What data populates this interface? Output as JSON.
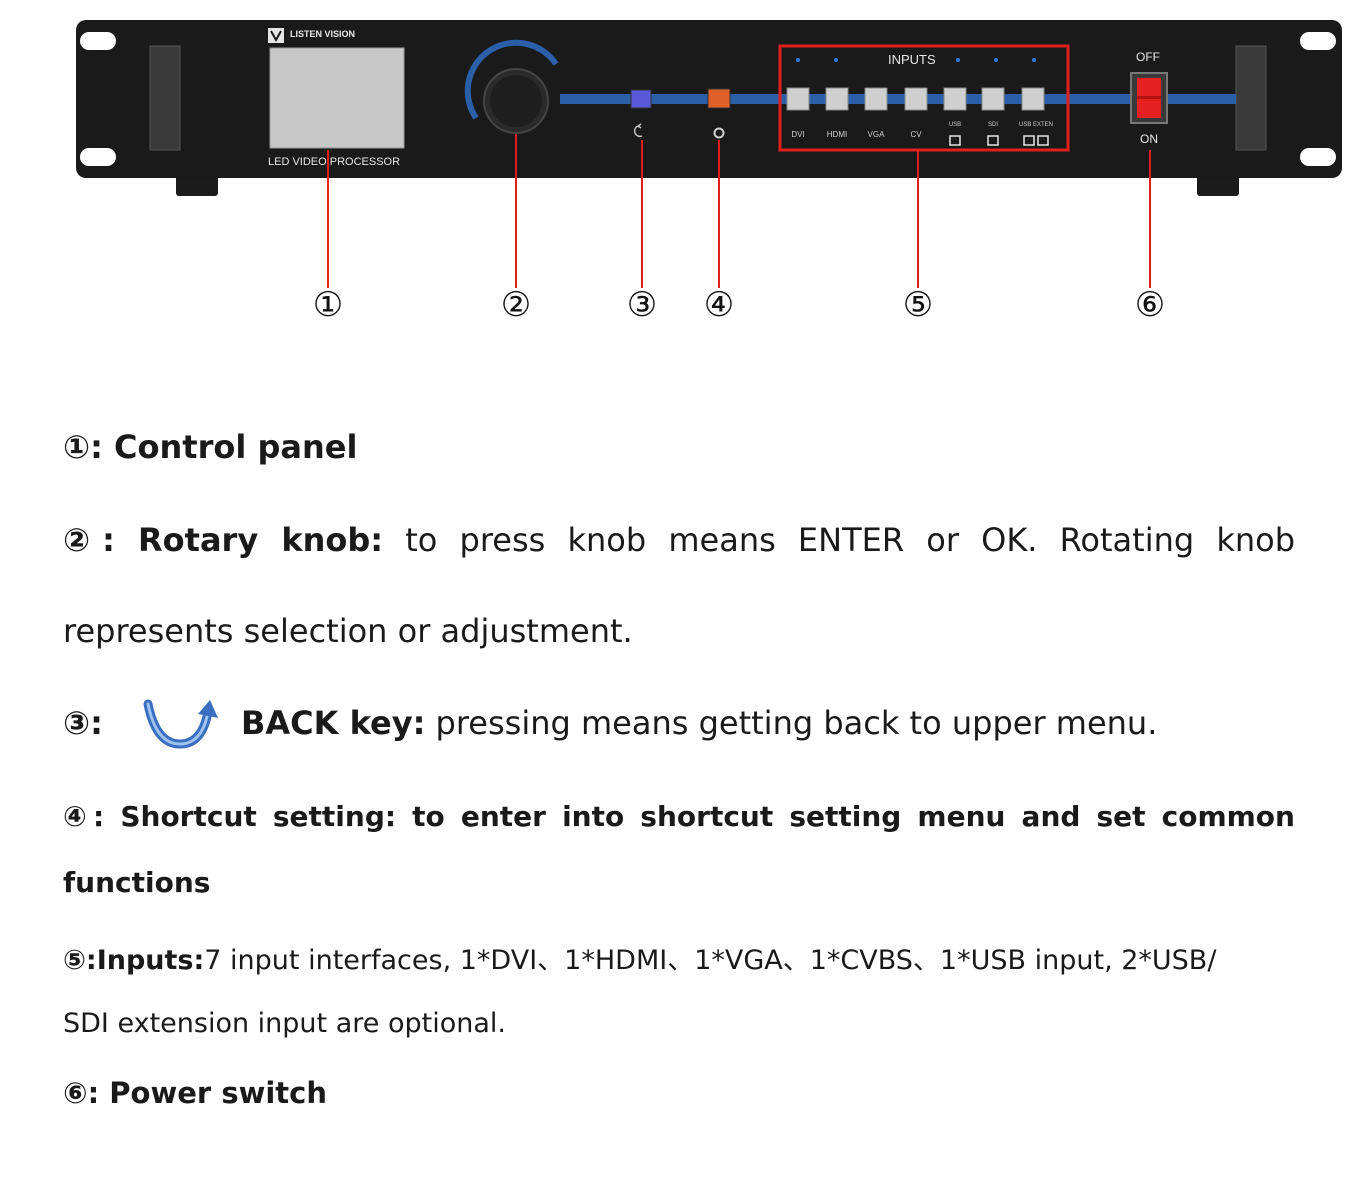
{
  "device": {
    "brand": "LISTEN VISION",
    "model_label": "LED VIDEO PROCESSOR",
    "inputs_title": "INPUTS",
    "input_buttons": [
      "DVI",
      "HDMI",
      "VGA",
      "CV",
      "USB",
      "SDI",
      "USB EXTEN"
    ],
    "power_off_label": "OFF",
    "power_on_label": "ON",
    "colors": {
      "frame": "#1a1a1a",
      "bar": "#2b5fa8",
      "highlight": "#e01e1e",
      "back_key": "#5a5ad8",
      "shortcut_key": "#e0602a",
      "power": "#e42020"
    }
  },
  "callouts": [
    "①",
    "②",
    "③",
    "④",
    "⑤",
    "⑥"
  ],
  "items": [
    {
      "num": "①",
      "sep": ":",
      "title": "Control panel"
    },
    {
      "num": "②",
      "sep": ":",
      "title": "Rotary knob",
      "title_sep": ":",
      "text_line1": "to press knob means ENTER or OK. Rotating knob",
      "text_line2": "represents selection or adjustment."
    },
    {
      "num": "③",
      "sep": ":",
      "icon": "back-arrow-icon",
      "title": "BACK key",
      "title_sep": ":",
      "text": "pressing means getting back to upper menu."
    },
    {
      "num": "④",
      "sep": ":",
      "title": "Shortcut setting",
      "title_sep": ":",
      "text_line1": "to enter into shortcut setting menu and set common",
      "text_line2": "functions"
    },
    {
      "num": "⑤",
      "sep": ":",
      "title": "Inputs",
      "title_sep": ":",
      "text_line1": "7 input interfaces, 1*DVI、1*HDMI、1*VGA、1*CVBS、1*USB input, 2*USB/",
      "text_line2": "SDI extension input are optional."
    },
    {
      "num": "⑥",
      "sep": ":",
      "title": "Power switch"
    }
  ]
}
